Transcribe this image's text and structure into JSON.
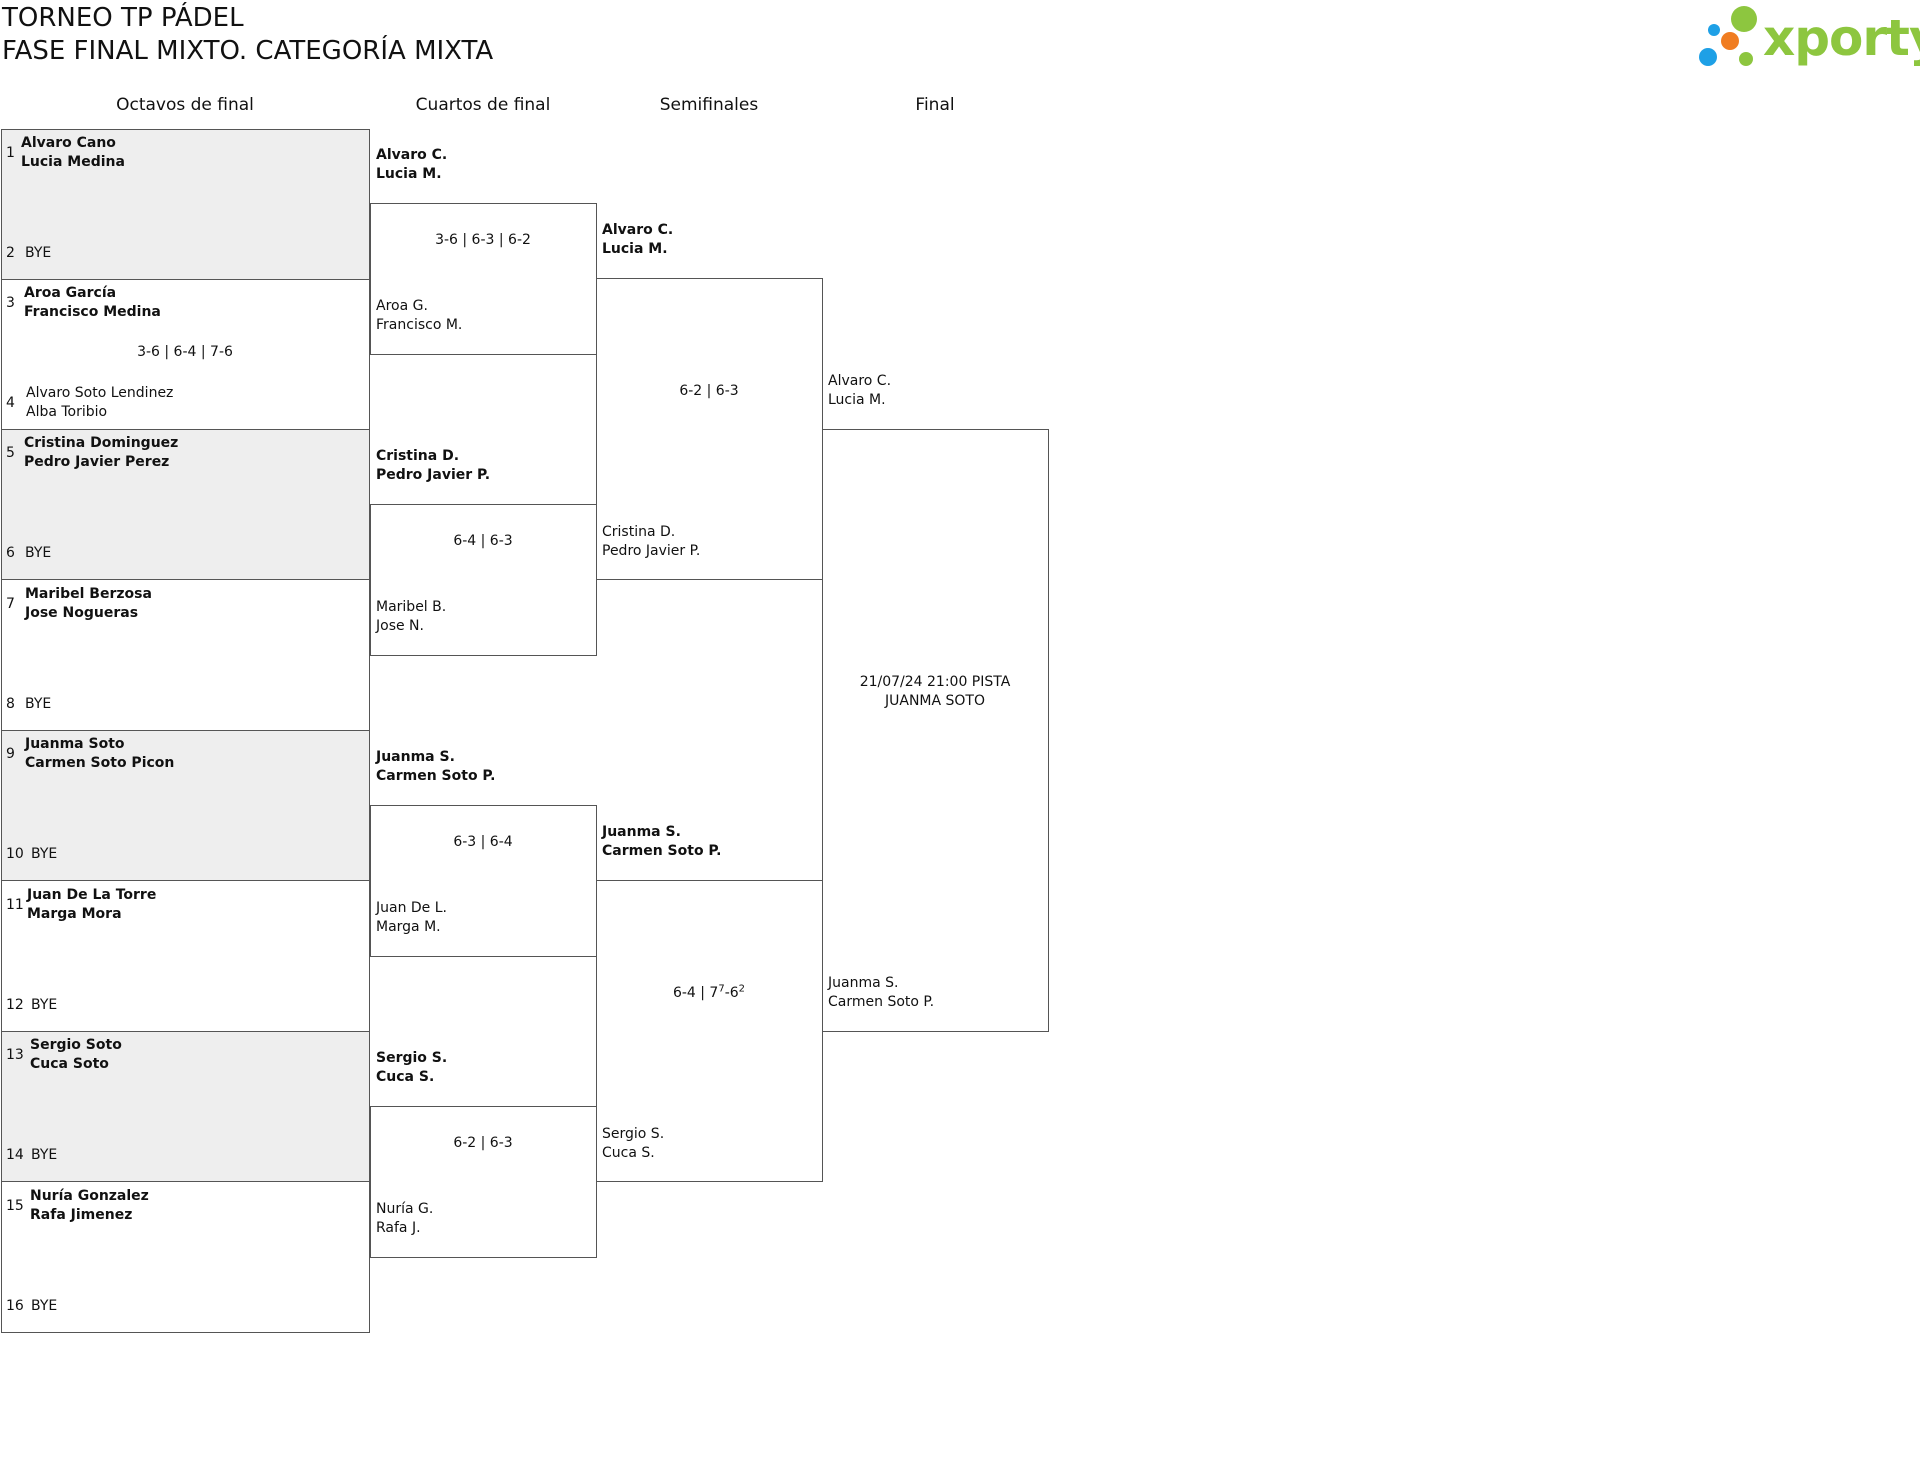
{
  "header": {
    "title": "TORNEO TP PÁDEL",
    "subtitle": "FASE FINAL MIXTO. CATEGORÍA MIXTA",
    "logo_text": "xporty"
  },
  "colors": {
    "logo_green": "#8dc63f",
    "logo_blue": "#1ea0e6",
    "logo_orange": "#f07d21",
    "shade": "#eeeeee",
    "border": "#555555"
  },
  "rounds": [
    "Octavos de final",
    "Cuartos de final",
    "Semifinales",
    "Final"
  ],
  "octavos": {
    "seeds": [
      {
        "num": "1",
        "p1": "Alvaro Cano",
        "p2": "Lucia Medina"
      },
      {
        "num": "2",
        "p1": "BYE",
        "p2": ""
      },
      {
        "num": "3",
        "p1": "Aroa García",
        "p2": "Francisco Medina"
      },
      {
        "num": "4",
        "p1": "Alvaro Soto Lendinez",
        "p2": "Alba Toribio"
      },
      {
        "num": "5",
        "p1": "Cristina Dominguez",
        "p2": "Pedro Javier Perez"
      },
      {
        "num": "6",
        "p1": "BYE",
        "p2": ""
      },
      {
        "num": "7",
        "p1": "Maribel Berzosa",
        "p2": "Jose Nogueras"
      },
      {
        "num": "8",
        "p1": "BYE",
        "p2": ""
      },
      {
        "num": "9",
        "p1": "Juanma Soto",
        "p2": "Carmen Soto Picon"
      },
      {
        "num": "10",
        "p1": "BYE",
        "p2": ""
      },
      {
        "num": "11",
        "p1": "Juan De La Torre",
        "p2": "Marga Mora"
      },
      {
        "num": "12",
        "p1": "BYE",
        "p2": ""
      },
      {
        "num": "13",
        "p1": "Sergio Soto",
        "p2": "Cuca Soto"
      },
      {
        "num": "14",
        "p1": "BYE",
        "p2": ""
      },
      {
        "num": "15",
        "p1": "Nuría Gonzalez",
        "p2": "Rafa Jimenez"
      },
      {
        "num": "16",
        "p1": "BYE",
        "p2": ""
      }
    ],
    "scores": [
      "",
      "3-6 | 6-4 | 7-6",
      "",
      "",
      "",
      "",
      "",
      ""
    ]
  },
  "cuartos": {
    "entries": [
      {
        "p1": "Alvaro C.",
        "p2": "Lucia M."
      },
      {
        "p1": "Aroa G.",
        "p2": "Francisco M."
      },
      {
        "p1": "Cristina D.",
        "p2": "Pedro Javier P."
      },
      {
        "p1": "Maribel B.",
        "p2": "Jose N."
      },
      {
        "p1": "Juanma S.",
        "p2": "Carmen Soto P."
      },
      {
        "p1": "Juan De L.",
        "p2": "Marga M."
      },
      {
        "p1": "Sergio S.",
        "p2": "Cuca S."
      },
      {
        "p1": "Nuría G.",
        "p2": "Rafa J."
      }
    ],
    "scores": [
      "3-6 | 6-3 | 6-2",
      "6-4 | 6-3",
      "6-3 | 6-4",
      "6-2 | 6-3"
    ]
  },
  "semis": {
    "entries": [
      {
        "p1": "Alvaro C.",
        "p2": "Lucia M."
      },
      {
        "p1": "Cristina D.",
        "p2": "Pedro Javier P."
      },
      {
        "p1": "Juanma S.",
        "p2": "Carmen Soto P."
      },
      {
        "p1": "Sergio S.",
        "p2": "Cuca S."
      }
    ],
    "score1": "6-2 | 6-3",
    "score2": {
      "pre": "6-4 | 7",
      "sup1": "7",
      "mid": "-6",
      "sup2": "2"
    }
  },
  "final": {
    "entries": [
      {
        "p1": "Alvaro C.",
        "p2": "Lucia M."
      },
      {
        "p1": "Juanma S.",
        "p2": "Carmen Soto P."
      }
    ],
    "schedule": "21/07/24 21:00 PISTA JUANMA SOTO"
  }
}
